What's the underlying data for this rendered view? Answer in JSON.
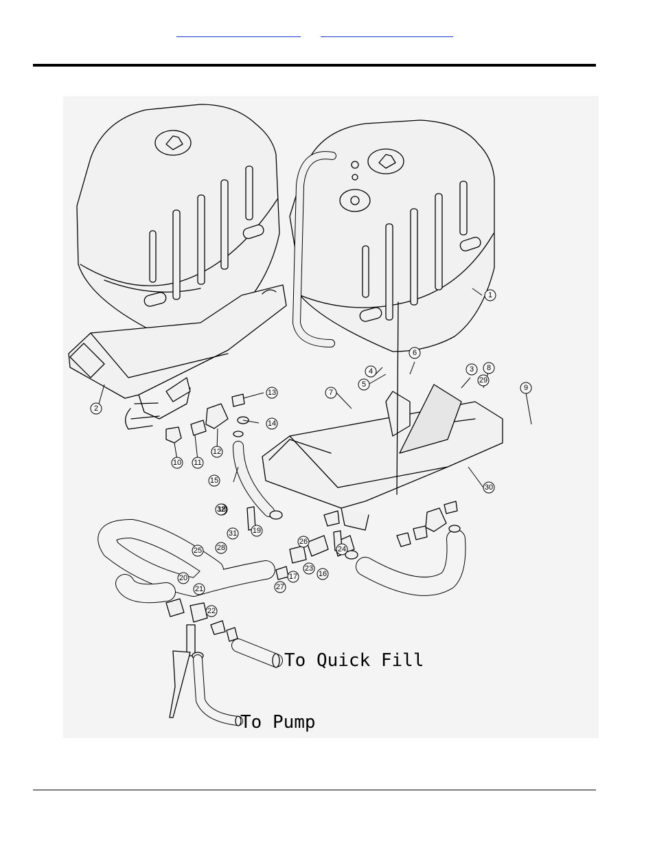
{
  "header": {
    "links": [
      {
        "label": ""
      },
      {
        "label": ""
      }
    ]
  },
  "figure": {
    "labels": {
      "quick_fill": "To Quick Fill",
      "pump": "To Pump"
    },
    "callouts": [
      "1",
      "2",
      "3",
      "4",
      "5",
      "6",
      "7",
      "8",
      "9",
      "10",
      "11",
      "12",
      "13",
      "14",
      "15",
      "16",
      "17",
      "18",
      "19",
      "20",
      "21",
      "22",
      "23",
      "24",
      "25",
      "26",
      "27",
      "28",
      "29",
      "30",
      "31",
      "32"
    ]
  }
}
